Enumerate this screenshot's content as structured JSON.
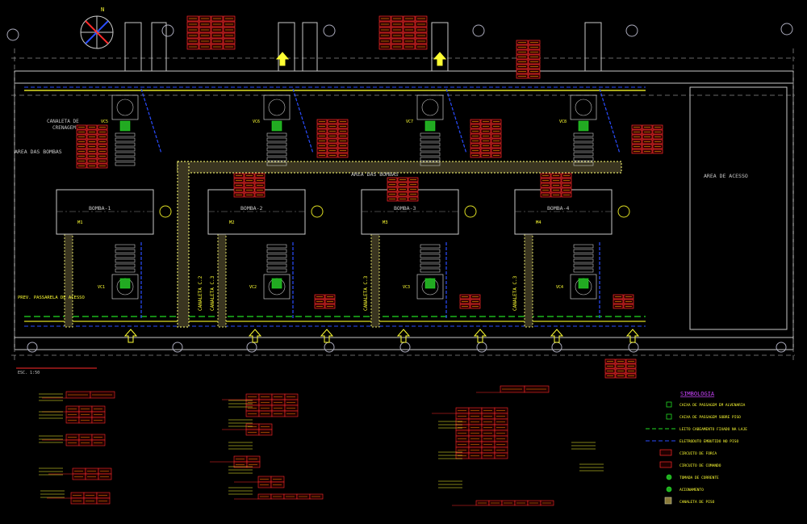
{
  "north": {
    "label": "N"
  },
  "colors": {
    "background": "#000000",
    "wall": "#c8c8c8",
    "dashed": "#8a8a8a",
    "tag_red": "#ff2a2a",
    "text_yellow": "#ffff33",
    "text_cyan": "#33e6ff",
    "blue": "#2a4dff",
    "green": "#22dd22",
    "canal_fill": "#8a7a3a"
  },
  "areas": {
    "bombas_a": "AREA DAS BOMBAS",
    "bombas_b": "AREA DAS BOMBAS",
    "acesso": "AREA DE ACESSO",
    "canaleta_crenagem_1": "CANALETA DE",
    "canaleta_crenagem_2": "CRENAGEM"
  },
  "pumps": [
    {
      "name": "BOMBA-1",
      "m": "M1",
      "vc_top": "VC5",
      "vc_bottom": "VC1"
    },
    {
      "name": "BOMBA-2",
      "m": "M2",
      "vc_top": "VC6",
      "vc_bottom": "VC2"
    },
    {
      "name": "BOMBA-3",
      "m": "M3",
      "vc_top": "VC7",
      "vc_bottom": "VC3"
    },
    {
      "name": "BOMBA-4",
      "m": "M4",
      "vc_top": "VC8",
      "vc_bottom": "VC4"
    }
  ],
  "canaletas": [
    "CANALETA C.2",
    "CANALETA C.3",
    "CANALETA C.3",
    "CANALETA C.3"
  ],
  "notes": {
    "passarela": "PREV. PASSARELA DE ACESSO",
    "esc": "ESC. 1:50",
    "simbologia": "SIMBOLOGIA"
  },
  "legend": [
    "CAIXA DE PASSAGEM EM ALVENARIA",
    "CAIXA DE PASSAGEM SOBRE PISO",
    "LEITO CABEAMENTO FIXADO NA LAJE",
    "ELETRODUTO EMBUTIDO NO PISO",
    "CIRCUITO DE FORCA",
    "CIRCUITO DE COMANDO",
    "TOMADA DE CORRENTE",
    "ACIONAMENTO",
    "CANALETA DE PISO"
  ]
}
